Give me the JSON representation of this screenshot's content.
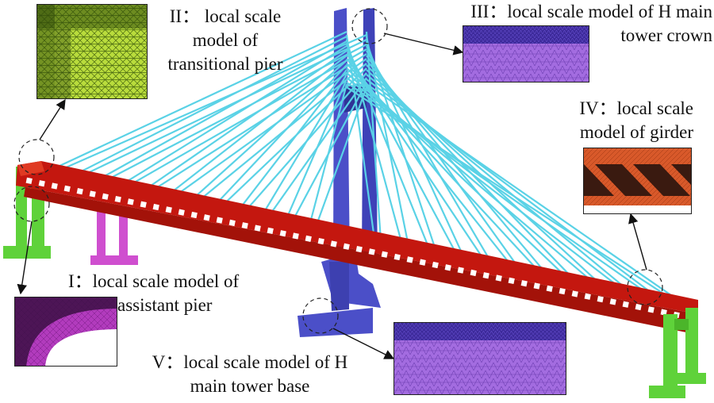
{
  "labels": {
    "I": [
      "I：local scale model of",
      "assistant pier"
    ],
    "II": [
      "II： local scale",
      "model of",
      "transitional pier"
    ],
    "III": [
      "III：local scale model of H main",
      "tower crown"
    ],
    "IV": [
      "IV：local scale",
      "model of girder"
    ],
    "V": [
      "V：local scale model of H",
      "main tower base"
    ]
  },
  "colors": {
    "girder": "#c4170f",
    "girder_dark": "#8c0d07",
    "tower": "#4b4fc8",
    "tower_dark": "#2f3396",
    "cable": "#5ad2e6",
    "transitional_pier": "#5fd23a",
    "assistant_pier": "#cf4fcf",
    "mesh_green": "#b9dc3c",
    "mesh_purple": "#a36ce0",
    "mesh_magenta": "#b23bbd",
    "mesh_orange": "#d8592a"
  }
}
